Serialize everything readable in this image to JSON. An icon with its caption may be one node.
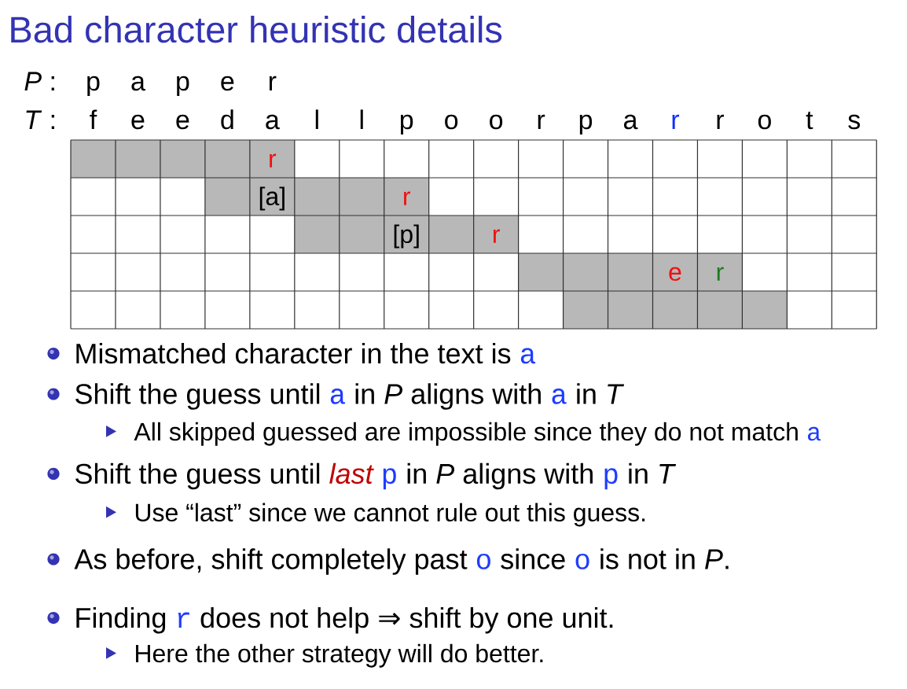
{
  "diagram": {
    "title": "Bad character heuristic details",
    "labels": [
      "*P* :",
      "p",
      "a",
      "p",
      "e",
      "r",
      "*T* :",
      "f",
      "e",
      "e",
      "d",
      "a",
      "l",
      "l",
      "p",
      "o",
      "o",
      "r",
      "p",
      "a",
      "r",
      "r",
      "o",
      "t",
      "s",
      "r",
      "[a]",
      "r",
      "[p]",
      "r",
      "e",
      "r",
      "Mismatched character in the text is",
      "a",
      "Shift the guess until",
      "a",
      "in *P* aligns with",
      "a",
      "in *T*",
      "All skipped guessed are impossible since they do not match",
      "a",
      "Shift the guess until",
      "last",
      "p",
      "in *P* aligns with",
      "p",
      "in *T*",
      "Use “last” since we cannot rule out this guess.",
      "As before, shift completely past",
      "o",
      "since",
      "o",
      "is not in *P*.",
      "Finding",
      "r",
      "does not help",
      "⇒",
      "shift by one unit.",
      "Here the other strategy will do better."
    ]
  }
}
